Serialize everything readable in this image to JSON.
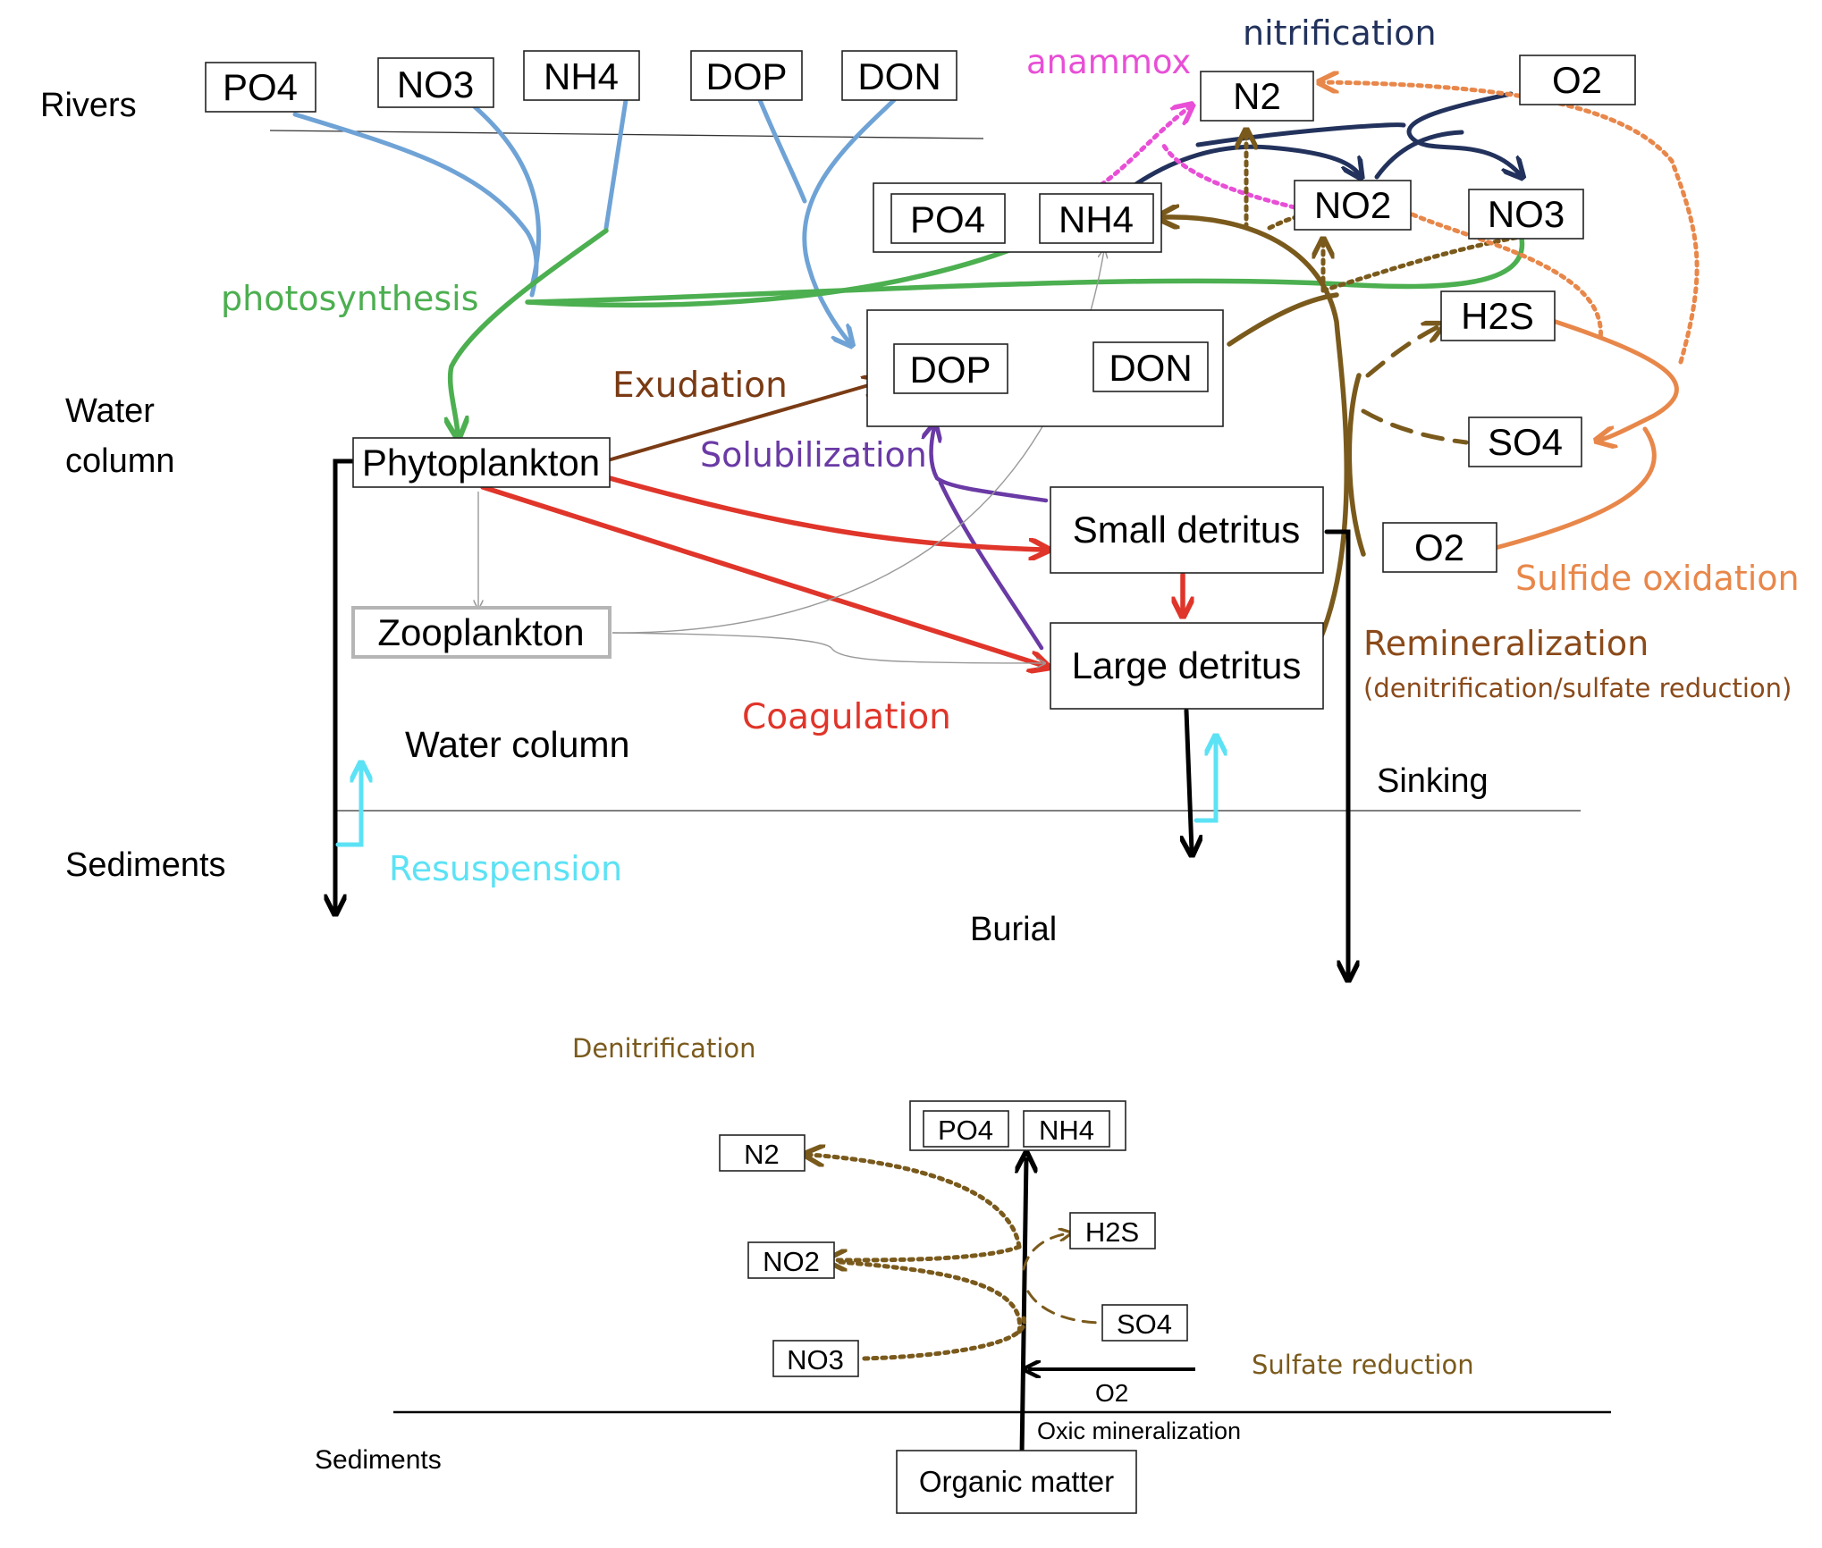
{
  "colors": {
    "river": "#6fa3d6",
    "photosynthesis": "#4caf50",
    "nitrification": "#22325c",
    "anammox": "#e84fd6",
    "exudation": "#7a3b14",
    "solubilization": "#6a3aa5",
    "coagulation": "#e0352a",
    "resuspension": "#5ce2f5",
    "sulfide": "#e8874a",
    "remineralization": "#7a5a1c",
    "remin_label": "#8a4a1a",
    "burial": "#000000"
  },
  "zones": {
    "rivers": "Rivers",
    "water_column_1": "Water",
    "water_column_2": "column",
    "water_column_mid": "Water column",
    "sediments": "Sediments",
    "sediments_bottom": "Sediments"
  },
  "processes": {
    "nitrification": "nitrification",
    "anammox": "anammox",
    "photosynthesis": "photosynthesis",
    "exudation": "Exudation",
    "solubilization": "Solubilization",
    "coagulation": "Coagulation",
    "resuspension": "Resuspension",
    "sulfide_oxidation": "Sulfide oxidation",
    "remineralization": "Remineralization",
    "remineralization_sub": "(denitrification/sulfate reduction)",
    "sinking": "Sinking",
    "burial": "Burial"
  },
  "river_inputs": [
    "PO4",
    "NO3",
    "NH4",
    "DOP",
    "DON"
  ],
  "nutrients": {
    "po4": "PO4",
    "nh4": "NH4",
    "n2": "N2",
    "o2_top": "O2",
    "no2": "NO2",
    "no3": "NO3",
    "h2s": "H2S",
    "so4": "SO4",
    "o2_mid": "O2"
  },
  "dom": {
    "dop": "DOP",
    "don": "DON"
  },
  "compartments": {
    "phytoplankton": "Phytoplankton",
    "zooplankton": "Zooplankton",
    "small_detritus": "Small detritus",
    "large_detritus": "Large detritus"
  },
  "sediment_panel": {
    "denitrification": "Denitrification",
    "po4": "PO4",
    "nh4": "NH4",
    "n2": "N2",
    "h2s": "H2S",
    "no2": "NO2",
    "so4": "SO4",
    "no3": "NO3",
    "sulfate_reduction": "Sulfate reduction",
    "o2": "O2",
    "oxic_mineralization": "Oxic mineralization",
    "organic_matter": "Organic matter"
  }
}
